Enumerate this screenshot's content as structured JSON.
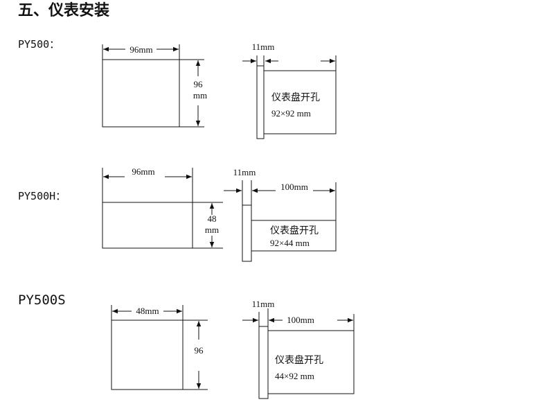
{
  "heading": "五、仪表安装",
  "sections": [
    {
      "model": "PY500：",
      "front_width": "96mm",
      "front_height_value": "96",
      "front_height_unit": "mm",
      "panel_thickness": "11mm",
      "cutout_label": "仪表盘开孔",
      "cutout_size": "92×92 mm"
    },
    {
      "model": "PY500H：",
      "front_width": "96mm",
      "front_height_value": "48",
      "front_height_unit": "mm",
      "panel_thickness": "11mm",
      "depth": "100mm",
      "cutout_label": "仪表盘开孔",
      "cutout_size": "92×44 mm"
    },
    {
      "model": "PY500S",
      "front_width": "48mm",
      "front_height_value": "96",
      "panel_thickness": "11mm",
      "depth": "100mm",
      "cutout_label": "仪表盘开孔",
      "cutout_size": "44×92 mm"
    }
  ]
}
